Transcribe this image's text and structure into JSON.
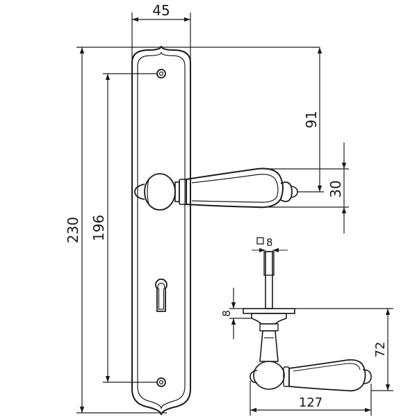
{
  "dimensions": {
    "plate_width": "45",
    "plate_height": "230",
    "screw_spacing": "196",
    "handle_offset": "91",
    "handle_height": "30",
    "spindle_square": "8",
    "rose_thickness": "8",
    "handle_projection": "72",
    "handle_length": "127"
  },
  "colors": {
    "line": "#1a1a1a",
    "background": "#ffffff"
  }
}
